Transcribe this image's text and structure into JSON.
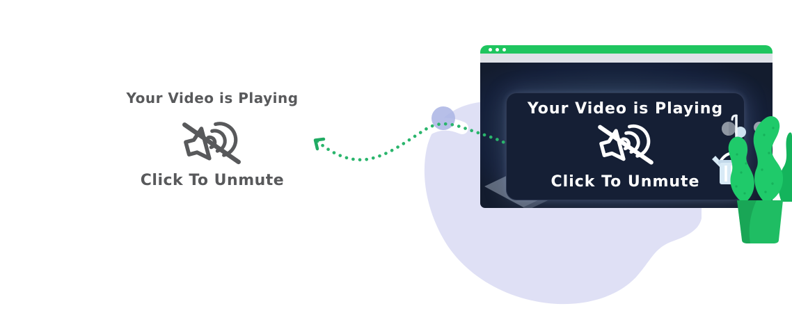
{
  "ghost_overlay": {
    "title": "Your Video is Playing",
    "subtitle": "Click To Unmute"
  },
  "browser_window": {
    "window_controls_count": 3,
    "video_overlay": {
      "title": "Your Video is Playing",
      "subtitle": "Click To Unmute"
    }
  },
  "icons": {
    "mute": "muted-speaker-icon",
    "trail_arrow": "arrow-up-left-icon",
    "window_controls": "three-white-dots",
    "decorations": [
      "background-blob",
      "accent-circle",
      "dotted-connector",
      "laptop-shadow",
      "watering-can",
      "potted-plant"
    ]
  },
  "colors": {
    "accent_green": "#1fc55f",
    "dot_green": "#2ab56c",
    "body_navy": "#1b2a42",
    "card_navy": "#151f35",
    "chrome_gray": "#dfe2e8",
    "text_gray": "#58595b",
    "blob_lavender": "#dfe0f5",
    "circle_periwinkle": "#aab4e4",
    "plant_green": "#1fca6a",
    "plant_green_dark": "#14b45c",
    "pot_green": "#1fbd63"
  }
}
